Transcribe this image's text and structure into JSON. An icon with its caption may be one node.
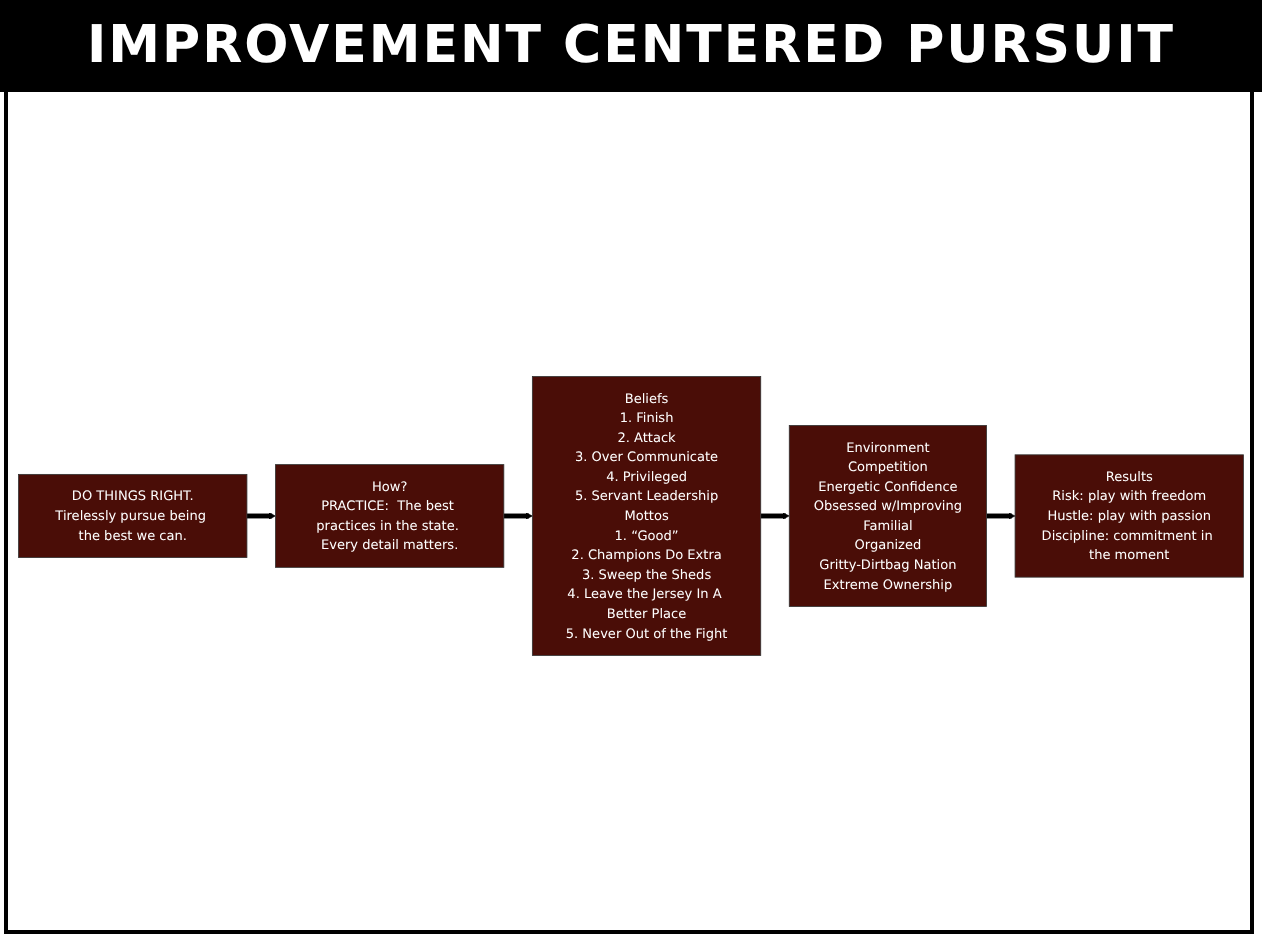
{
  "diagram": {
    "title": "IMPROVEMENT CENTERED PURSUIT",
    "nodes": [
      {
        "text": [
          "Beliefs",
          "1. Finish",
          "2. Attack",
          "3. Over Communicate",
          "4. Privileged",
          "5. Servant Leadership",
          "Mottos",
          "1. “Good”",
          "2. Champions Do Extra",
          "3. Sweep the Sheds",
          "4. Leave the Jersey In A Better Place",
          "5. Never Out of the Fight"
        ]
      },
      {
        "text": [
          "Environment",
          "Competition",
          "Energetic Confidence",
          "Obsessed w/Improving",
          "Familial",
          "Organized",
          "Gritty-Dirtbag Nation",
          "Extreme Ownership"
        ]
      },
      {
        "text": [
          "DO THINGS RIGHT.",
          "Tirelessly pursue being the best we can."
        ]
      },
      {
        "text": [
          "How?",
          "PRACTICE:  The best practices in the state. Every detail matters."
        ]
      },
      {
        "text": [
          "Results",
          "Risk: play with freedom",
          "Hustle: play with passion",
          "Discipline: commitment in the moment"
        ]
      }
    ],
    "edges": [
      {
        "from": 3,
        "to": 0,
        "arrow": "to"
      },
      {
        "from": 0,
        "to": 1,
        "arrow": "to"
      },
      {
        "from": 1,
        "to": 4,
        "arrow": "to"
      },
      {
        "from": 2,
        "to": 3,
        "arrow": "to"
      }
    ]
  }
}
